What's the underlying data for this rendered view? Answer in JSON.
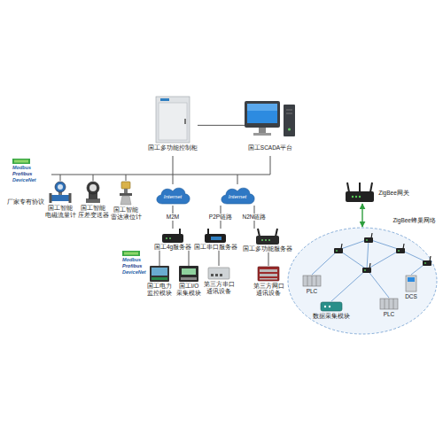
{
  "diagram": {
    "nodes": [
      {
        "text": [
          "国工多功能控制柜"
        ]
      },
      {
        "text": [
          "国工SCADA平台"
        ]
      },
      {
        "text": [
          "国工智能 电磁流量计"
        ]
      },
      {
        "text": [
          "国工智能 压差变送器"
        ]
      },
      {
        "text": [
          "国工智能 雷达液位计"
        ]
      },
      {
        "text": [
          "Internet"
        ]
      },
      {
        "text": [
          "国工4g服务器"
        ]
      },
      {
        "text": [
          "国工电力 监控模块"
        ]
      },
      {
        "text": [
          "国工I/O 采集模块"
        ]
      },
      {
        "text": [
          "Internet"
        ]
      },
      {
        "text": [
          "国工串口服务器"
        ]
      },
      {
        "text": [
          "国工多功能服务器"
        ]
      },
      {
        "text": [
          "第三方串口 通讯设备"
        ]
      },
      {
        "text": [
          "第三方网口 通讯设备"
        ]
      },
      {
        "text": [
          "ZigBee网关"
        ]
      },
      {
        "text": [
          "ZigBee蜂巢网络"
        ]
      },
      {
        "text": [
          "PLC"
        ],
        "in": 15
      },
      {
        "text": [
          "DCS"
        ],
        "in": 15
      },
      {
        "text": [
          "数据采集模块"
        ],
        "in": 15
      },
      {
        "text": [
          "PLC"
        ],
        "in": 15
      }
    ],
    "edges": [
      {
        "from": 0,
        "to": 1,
        "arrow": "none"
      },
      {
        "from": 5,
        "to": 6,
        "label": "M2M",
        "arrow": "none"
      },
      {
        "from": 6,
        "to": 7,
        "arrow": "none"
      },
      {
        "from": 6,
        "to": 8,
        "arrow": "none"
      },
      {
        "from": 9,
        "to": 10,
        "label": "P2P链路",
        "arrow": "none"
      },
      {
        "from": 9,
        "to": 11,
        "label": "N2N链路",
        "arrow": "none"
      },
      {
        "from": 10,
        "to": 12,
        "arrow": "none"
      },
      {
        "from": 11,
        "to": 13,
        "arrow": "none"
      },
      {
        "from": 14,
        "to": 15,
        "arrow": "both"
      }
    ],
    "labels": [
      "Modbus",
      "Profibus",
      "DeviceNet",
      "厂家专有协议",
      "Modbus",
      "Profibus",
      "DeviceNet"
    ]
  }
}
